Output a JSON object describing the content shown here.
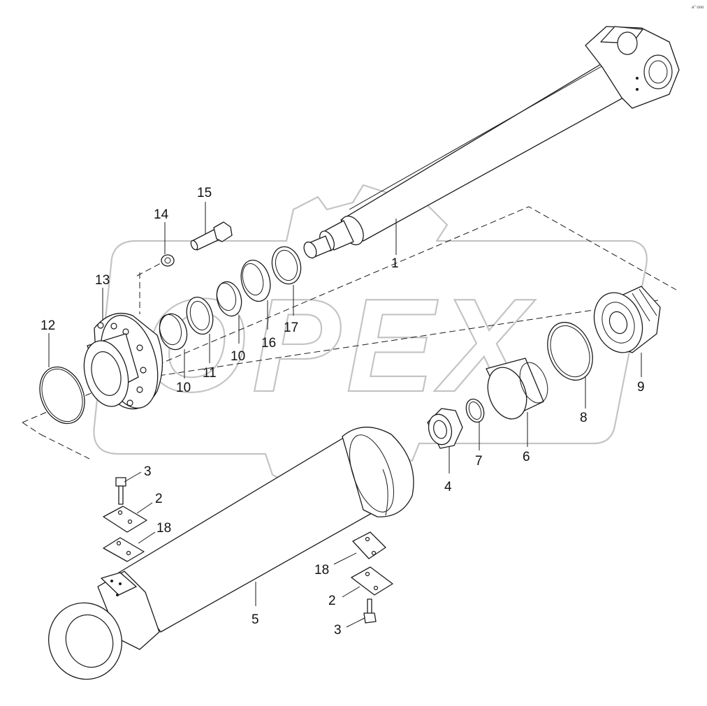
{
  "watermark": {
    "text": "OPEX"
  },
  "corner_mark": "a° ooo",
  "callouts": {
    "c1": "1",
    "c2a": "2",
    "c2b": "2",
    "c3a": "3",
    "c3b": "3",
    "c4": "4",
    "c5": "5",
    "c6": "6",
    "c7": "7",
    "c8": "8",
    "c9": "9",
    "c10a": "10",
    "c10b": "10",
    "c11": "11",
    "c12": "12",
    "c13": "13",
    "c14": "14",
    "c15": "15",
    "c16": "16",
    "c17": "17",
    "c18a": "18",
    "c18b": "18"
  }
}
